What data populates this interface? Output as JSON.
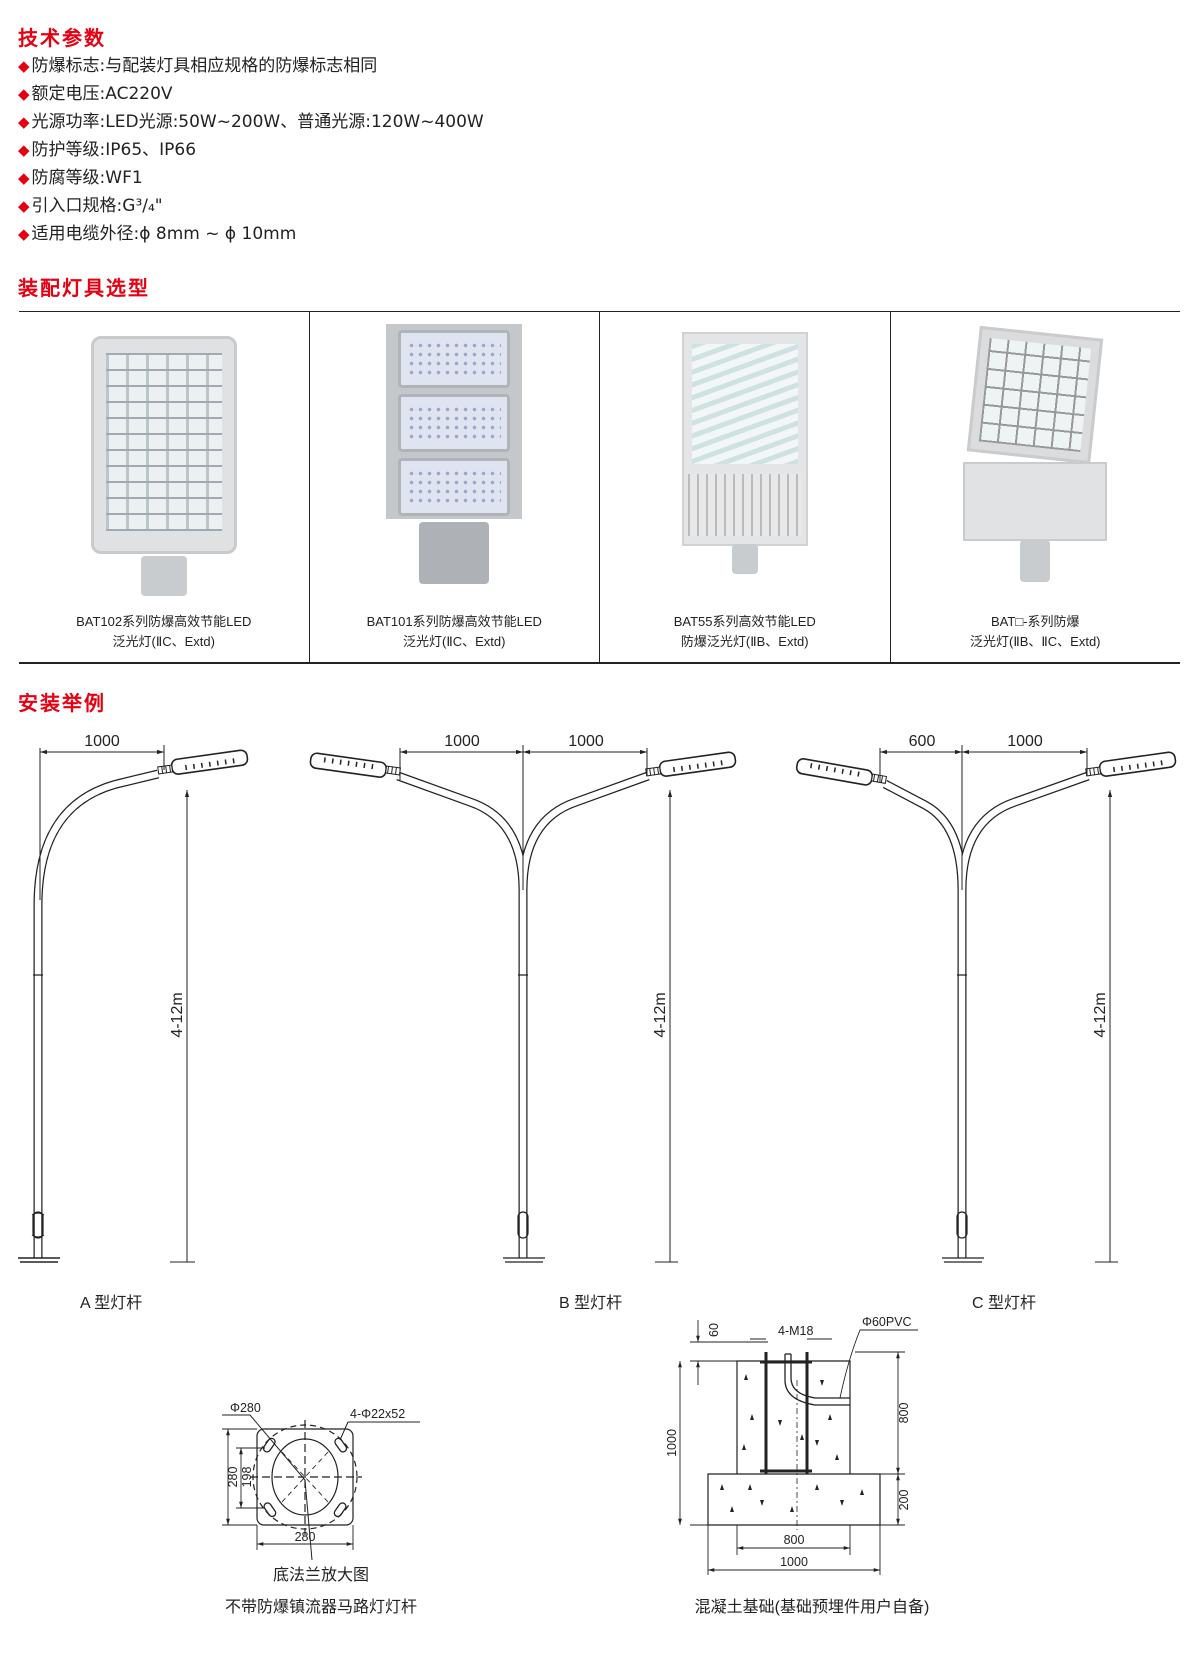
{
  "sections": {
    "specs": "技术参数",
    "fixtures": "装配灯具选型",
    "install": "安装举例"
  },
  "specs": [
    "防爆标志:与配装灯具相应规格的防爆标志相同",
    "额定电压:AC220V",
    "光源功率:LED光源:50W~200W、普通光源:120W~400W",
    "防护等级:IP65、IP66",
    "防腐等级:WF1",
    "引入口规格:G³/₄\"",
    "适用电缆外径:ϕ 8mm ~ ϕ 10mm"
  ],
  "bullet": "◆",
  "fixtures": [
    {
      "line1": "BAT102系列防爆高效节能LED",
      "line2": "泛光灯(ⅡC、Extd)"
    },
    {
      "line1": "BAT101系列防爆高效节能LED",
      "line2": "泛光灯(ⅡC、Extd)"
    },
    {
      "line1": "BAT55系列高效节能LED",
      "line2": "防爆泛光灯(ⅡB、Extd)"
    },
    {
      "line1": "BAT□-系列防爆",
      "line2": "泛光灯(ⅡB、ⅡC、Extd)"
    }
  ],
  "poles": {
    "a": {
      "label": "A 型灯杆",
      "arm": "1000",
      "height": "4-12m"
    },
    "b": {
      "label": "B 型灯杆",
      "arm_left": "1000",
      "arm_right": "1000",
      "height": "4-12m"
    },
    "c": {
      "label": "C 型灯杆",
      "arm_left": "600",
      "arm_right": "1000",
      "height": "4-12m"
    }
  },
  "flange": {
    "dia": "Φ280",
    "holes": "4-Φ22x52",
    "width": "280",
    "height": "280",
    "inner": "198",
    "caption1": "底法兰放大图",
    "caption2": "不带防爆镇流器马路灯灯杆"
  },
  "foundation": {
    "top": "60",
    "bolts": "4-M18",
    "pipe": "Φ60PVC",
    "total_h": "1000",
    "upper_h": "800",
    "base_h": "200",
    "upper_w": "800",
    "base_w": "1000",
    "caption": "混凝土基础(基础预埋件用户自备)"
  },
  "colors": {
    "accent": "#e60012"
  }
}
